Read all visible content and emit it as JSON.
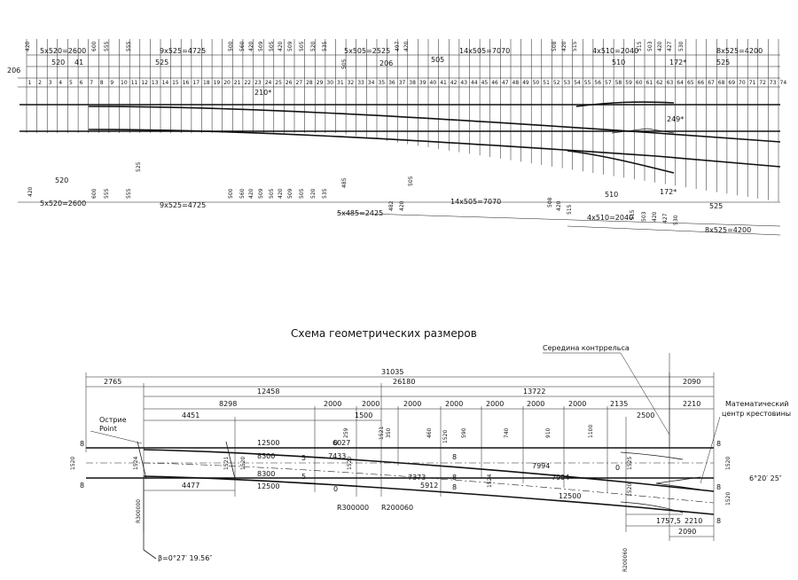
{
  "top_plan": {
    "top_dims": {
      "d420": "420",
      "d5x520": "5x520=2600",
      "d600": "600",
      "d555a": "555",
      "d555b": "555",
      "d9x525": "9x525=4725",
      "d500": "500",
      "d560": "560",
      "d420b": "420",
      "d509": "509",
      "d505": "505",
      "d420c": "420",
      "d509b": "509",
      "d505b": "505",
      "d520": "520",
      "d535": "535",
      "d5x505": "5x505=2525",
      "d497": "497",
      "d420d": "420",
      "d14x505": "14x505=7070",
      "d508": "508",
      "d420e": "420",
      "d515": "515",
      "d4x510": "4x510=2040",
      "d515b": "515",
      "d503": "503",
      "d420f": "420",
      "d427": "427",
      "d530": "530",
      "d8x525": "8x525=4200"
    },
    "second_row": {
      "d206": "206",
      "d520": "520",
      "d41": "41",
      "d525": "525",
      "d505": "505",
      "d206b": "206",
      "d505b": "505",
      "d510": "510",
      "d172": "172*",
      "d525b": "525"
    },
    "sleeper_numbers": [
      "1",
      "2",
      "3",
      "4",
      "5",
      "6",
      "7",
      "8",
      "9",
      "10",
      "11",
      "12",
      "13",
      "14",
      "15",
      "16",
      "17",
      "18",
      "19",
      "20",
      "21",
      "22",
      "23",
      "24",
      "25",
      "26",
      "27",
      "28",
      "29",
      "30",
      "31",
      "32",
      "33",
      "34",
      "35",
      "36",
      "37",
      "38",
      "39",
      "40",
      "41",
      "42",
      "43",
      "44",
      "45",
      "46",
      "47",
      "48",
      "49",
      "50",
      "51",
      "52",
      "53",
      "54",
      "55",
      "56",
      "57",
      "58",
      "59",
      "60",
      "61",
      "62",
      "63",
      "64",
      "65",
      "66",
      "67",
      "68",
      "69",
      "70",
      "71",
      "72",
      "73",
      "74"
    ],
    "inner_labels": {
      "a210": "210*",
      "a249": "249*",
      "d520low": "520",
      "d525low": "525",
      "d485": "485",
      "d505low": "505",
      "d510low": "510",
      "d172low": "172*",
      "d525low2": "525"
    },
    "bottom_dims": {
      "d420": "420",
      "d5x520": "5x520=2600",
      "d600": "600",
      "d555a": "555",
      "d555b": "555",
      "d9x525": "9x525=4725",
      "d500": "500",
      "d560": "560",
      "d420b": "420",
      "d509": "509",
      "d505": "505",
      "d420c": "420",
      "d509b": "509",
      "d505b": "505",
      "d520": "520",
      "d535": "535",
      "d5x485": "5x485=2425",
      "d482": "482",
      "d420d": "420",
      "d14x505": "14x505=7070",
      "d508": "508",
      "d420e": "420",
      "d515": "515",
      "d4x510": "4x510=2040",
      "d515b": "515",
      "d503": "503",
      "d420f": "420",
      "d427": "427",
      "d530": "530",
      "d8x525": "8x525=4200"
    }
  },
  "schema": {
    "title": "Схема геометрических размеров",
    "labels": {
      "contrarail_mid": "Середина контррельса",
      "math_center_1": "Математический",
      "math_center_2": "центр крестовины",
      "ostrie": "Острие",
      "point": "Point"
    },
    "dims": {
      "total": "31035",
      "d2765": "2765",
      "d26180": "26180",
      "d2090": "2090",
      "d12458": "12458",
      "d13722": "13722",
      "d8298": "8298",
      "d2000a": "2000",
      "d2000b": "2000",
      "d2000c": "2000",
      "d2000d": "2000",
      "d2000e": "2000",
      "d2000f": "2000",
      "d2000g": "2000",
      "d2135": "2135",
      "d2210": "2210",
      "d4451": "4451",
      "d1500": "1500",
      "d2500": "2500",
      "d4477": "4477",
      "d12500a": "12500",
      "d12500b": "12500",
      "d12500c": "12500",
      "d8300a": "8300",
      "d8300b": "8300",
      "d7433": "7433",
      "d6027": "6027",
      "d7373": "7373",
      "d5912": "5912",
      "d7994a": "7994",
      "d7994b": "7994",
      "d1520a": "1520",
      "d1524": "1524",
      "d1521": "1521",
      "d1520b": "1520",
      "d1520c": "1520",
      "d1520d": "1520",
      "d1520e": "1520",
      "d1524b": "1524",
      "d1520f": "1520",
      "d1525": "1525",
      "d1520g": "1520",
      "d1520h": "1520",
      "o259": "259",
      "o350": "350",
      "o1521": "1521",
      "o460": "460",
      "o1520": "1520",
      "o590": "590",
      "o740": "740",
      "o910": "910",
      "o1100": "1100",
      "z1": "0",
      "z2": "0",
      "z3": "0",
      "e8a": "8",
      "e8b": "8",
      "e8c": "8",
      "e8d": "8",
      "e8e": "8",
      "e8f": "8",
      "e8g": "8",
      "e8h": "8",
      "e5a": "5",
      "e5b": "5",
      "r300000": "R300000",
      "r300000b": "R300000",
      "r200060": "R200060",
      "r200060b": "R200060",
      "d1757": "1757,5",
      "d2210b": "2210",
      "d2090b": "2090",
      "angle": "6°20′ 25″",
      "beta": "β=0°27′ 19.56″"
    }
  }
}
